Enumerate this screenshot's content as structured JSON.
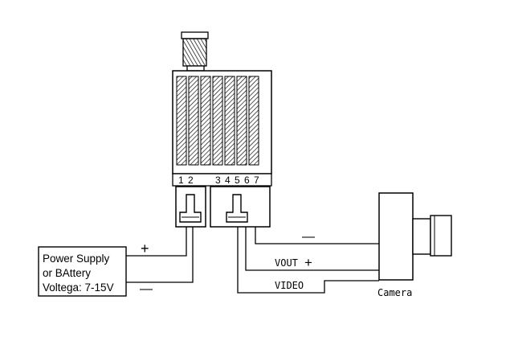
{
  "transmitter": {
    "pin_labels": [
      "1",
      "2",
      "3",
      "4",
      "5",
      "6",
      "7"
    ]
  },
  "power_supply": {
    "lines": [
      "Power Supply",
      "or BAttery",
      "Voltega: 7-15V"
    ],
    "plus_sign": "+",
    "minus_sign": "—"
  },
  "camera": {
    "label": "Camera",
    "ground_sign": "—",
    "vout_label": "VOUT",
    "vout_sign": "+",
    "video_label": "VIDEO"
  },
  "colors": {
    "stroke": "#000000",
    "background": "#ffffff"
  }
}
